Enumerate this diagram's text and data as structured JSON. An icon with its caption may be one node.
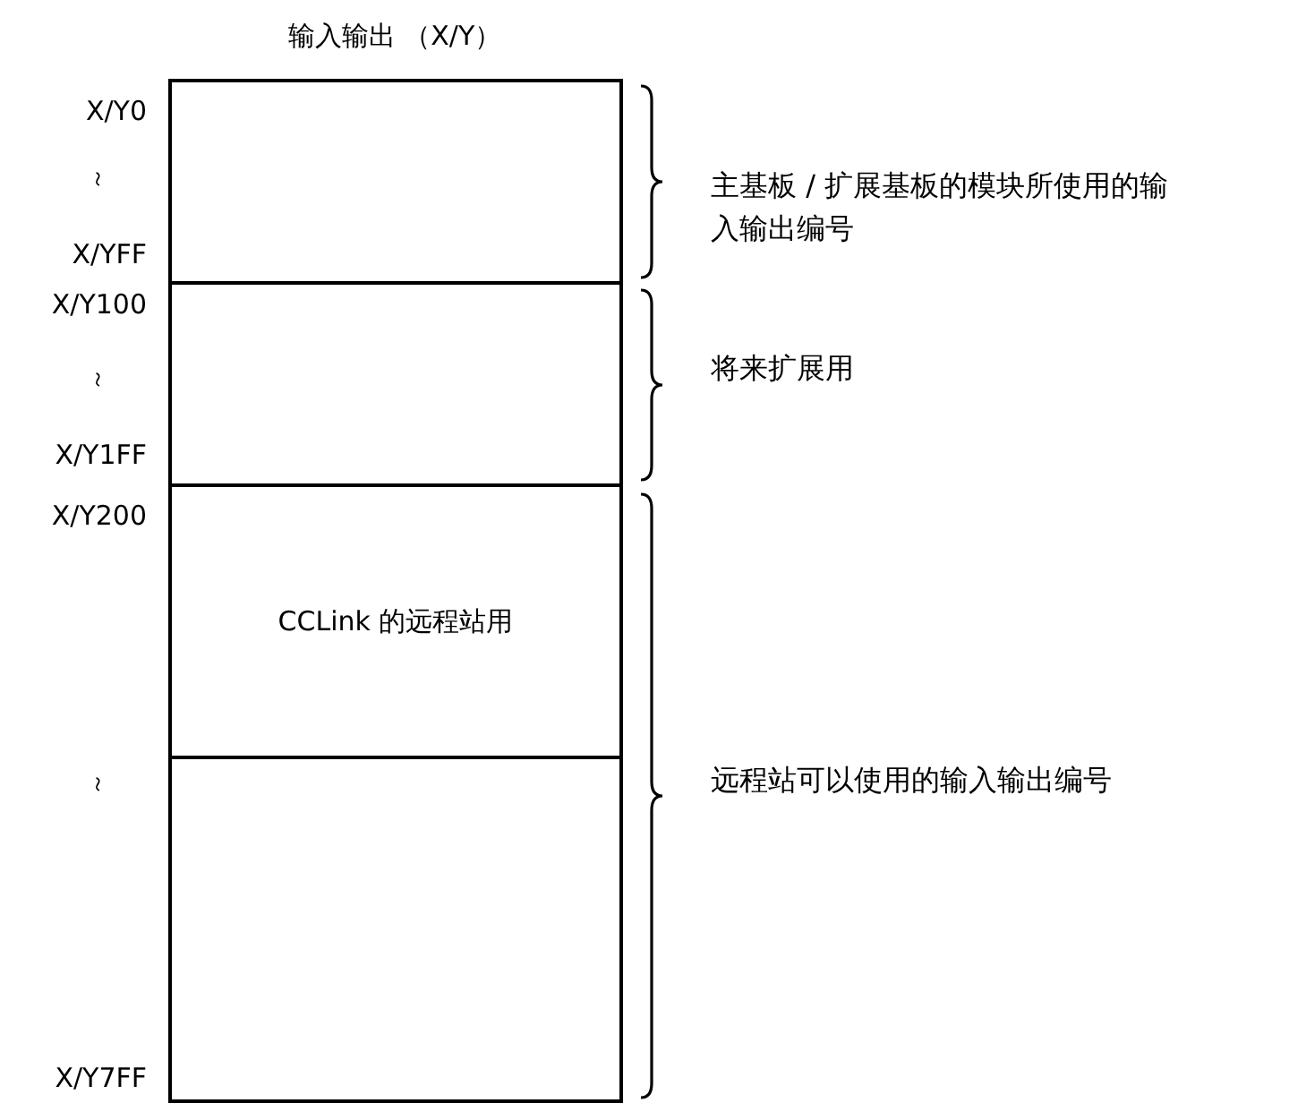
{
  "diagram": {
    "title": "输入输出 （X/Y）",
    "nodes": [
      {
        "text": [],
        "shape": "box"
      },
      {
        "text": [],
        "shape": "box"
      },
      {
        "text": [
          "CCLink 的远程站用"
        ]
      },
      {
        "text": [],
        "shape": "box"
      }
    ],
    "edges": [],
    "labels": [
      "X/Y0",
      "～",
      "X/YFF",
      "主基板 / 扩展基板的模块所使用的输入输出编号",
      "X/Y100",
      "～",
      "X/Y1FF",
      "将来扩展用",
      "X/Y200",
      "～",
      "远程站可以使用的输入输出编号",
      "X/Y7FF"
    ]
  }
}
